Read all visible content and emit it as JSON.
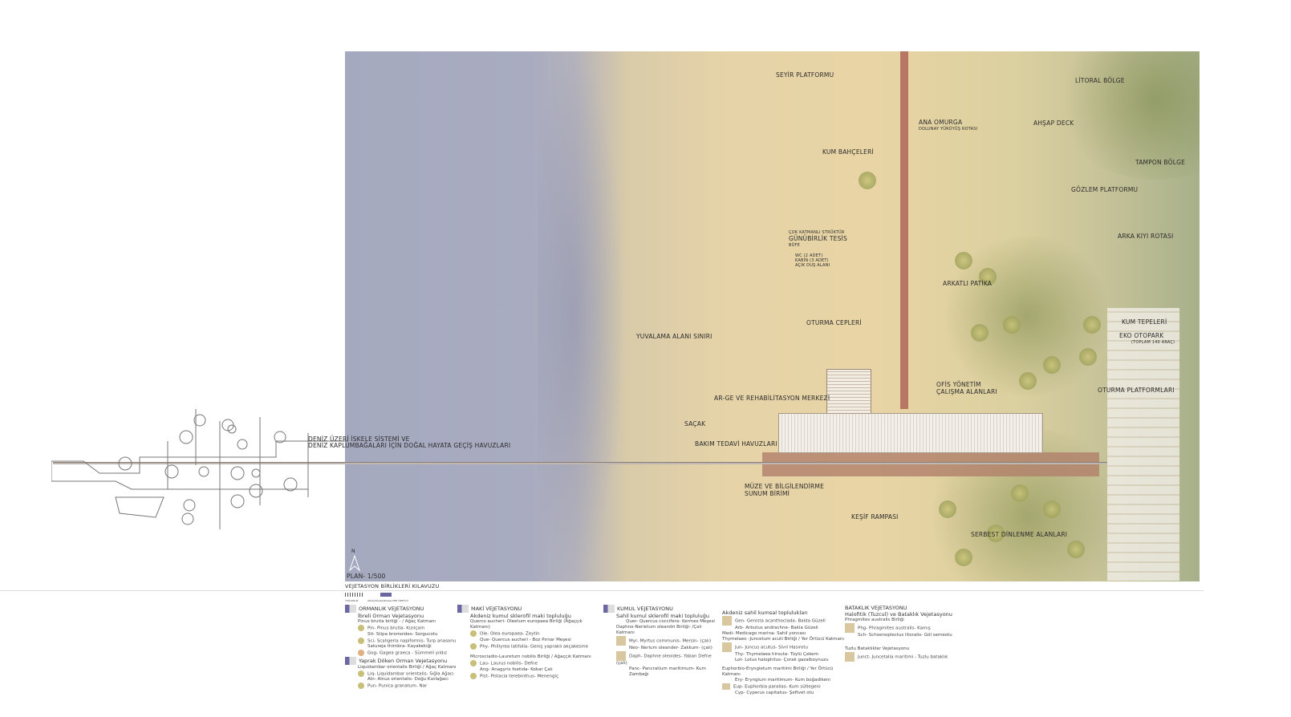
{
  "plan": {
    "north": "N",
    "scale": "PLAN- 1/500",
    "legend_title": "VEJETASYON BİRLİKLERİ KILAVUZU"
  },
  "sea_label": [
    "DENİZ ÜZERİ İSKELE SİSTEMİ VE",
    "DENİZ KAPLUMBAĞALARI İÇİN DOĞAL HAYATA GEÇİŞ HAVUZLARI"
  ],
  "labels": {
    "seyir": "SEYİR PLATFORMU",
    "omurga": "ANA OMURGA",
    "omurga_sub": "DOLUNAY YÜRÜYÜŞ ROTASI",
    "litoral": "LİTORAL BÖLGE",
    "deck": "AHŞAP DECK",
    "kum_bahce": "KUM BAHÇELERİ",
    "tampon": "TAMPON BÖLGE",
    "gozlem": "GÖZLEM PLATFORMU",
    "cok_katman": "ÇOK KATMANLI STRÜKTÜR",
    "gunubirlik": "GÜNÜBİRLİK TESİS",
    "bufe": "BÜFE",
    "wc": "WC (2 ADET)",
    "kabin": "KABİN (3 ADET)",
    "dus": "AÇIK DUŞ ALANI",
    "arka_kiyi": "ARKA KIYI ROTASI",
    "arkatli": "ARKATLI PATİKA",
    "kum_tepe": "KUM TEPELERİ",
    "oturma_cep": "OTURMA CEPLERİ",
    "yuvalama": "YUVALAMA ALANI SINIRI",
    "otopark": "EKO OTOPARK",
    "otopark_sub": "(TOPLAM 140 ARAÇ)",
    "ofis": "OFİS YÖNETİM",
    "ofis2": "ÇALIŞMA ALANLARI",
    "oturma_plat": "OTURMA PLATFORMLARI",
    "arge": "AR-GE VE REHABİLİTASYON MERKEZİ",
    "sacak": "SAÇAK",
    "bakim": "BAKIM TEDAVİ HAVUZLARI",
    "muze": "MÜZE VE BİLGİLENDİRME",
    "muze2": "SUNUM BİRİMİ",
    "kesif": "KEŞİF RAMPASI",
    "serbest": "SERBEST DİNLENME ALANLARI"
  },
  "legend": {
    "keys": [
      "YOĞUNLUK",
      "AĞAÇ/AĞAÇÇIK/ÇALI/YER ÖRTÜCÜ"
    ],
    "ormanlik": {
      "title": "ORMANLIK VEJETASYONU",
      "sub": "İbreli Orman Vejetasyonu",
      "group": "Pinus brutia birliği - / Ağaç Katmanı",
      "items": [
        "Pin- Pinus brutia- Kızılçam",
        "Sti- Stipa bromoides- Sorgucotu",
        "Sci- Scaligeria napiformis- Turp anasonu",
        "Satureja thimbra- Kayakekiği",
        "Gog- Gagea graeca - Sümmeli yıldız"
      ],
      "sub2": "Yaprak Döken Orman Vejetasyonu",
      "group2": "Liquidambar orientalis Birliği / Ağaç Katmanı",
      "items2": [
        "Liq- Liquidambar orientalis- Sığla Ağacı",
        "Aln- Alnus orientalis- Doğu Kızılağacı",
        "Pun- Punica granatum- Nar"
      ]
    },
    "maki": {
      "title": "MAKİ VEJETASYONU",
      "sub": "Akdeniz kumul sklerofil maki topluluğu",
      "group": "Querco aucheri- Oleetum europaea Birliği (Ağaççık Katmanı)",
      "items": [
        "Ole- Olea europaea- Zeytin",
        "Que- Quercus aucheri - Boz Pırnar Meşesi",
        "Phy- Phillyrea latifolia- Geniş yapraklı akçakesme"
      ],
      "group2": "Microsciadio-Lauretum nobilis Birliği / Ağaççık Katmanı",
      "items2": [
        "Lau- Laurus nobilis- Defne",
        "Ang- Anagyris foetida- Kokar Çalı",
        "Pist- Pistacia terebinthus- Menengiç"
      ]
    },
    "kumul": {
      "title": "KUMUL VEJETASYONU",
      "sub": "Sahil kumul sklerofil maki topluluğu",
      "top": "Quer- Quercus coccifera- Kermes Meşesi",
      "group": "Daphno-Nerietum oleandri Birliği- /Çalı Katmanı",
      "items": [
        "Myr- Myrtus communis- Mersin- (çalı)",
        "Neo- Nerium oleander- Zakkum- (çalı)",
        "Daph- Daphne oleoides- Yaban Defne (çalı)",
        "Panc- Pancratium maritimum- Kum Zambağı"
      ]
    },
    "sahil": {
      "title": "Akdeniz sahil kumsal toplulukları",
      "items": [
        "Gen- Genista acanthoclada- Balda Güzeli",
        "Arb- Arbutus andrachne- Bakla Güzeli"
      ],
      "med": "Medi- Medicago marina- Sahil yoncası",
      "group": "Thymelaeo -Juncetum acuti Birliği / Yer Örtücü Katmanı",
      "items2": [
        "Jun- Juncus acutus- Sivri Hasırotu",
        "Thy- Thymelaea hirsuta- Tüylü Çekem",
        "Lot- Lotus halophilus- Çorak gazalboynuzu"
      ],
      "group2": "Euphorbio-Eryngietum maritimi Birliği / Yer Örtücü Katmanı",
      "items3": [
        "Ery- Eryngium maritimum- Kum boğadikeni",
        "Eup- Euphorbia paralias- Kum sütlegeni",
        "Cyp- Cyperus capitatus- Şeftvet otu"
      ]
    },
    "batak": {
      "title": "BATAKLIK VEJETASYONU",
      "sub": "Halofitik (Tuzcul) ve Bataklık Vejetasyonu",
      "group": "Phragmites australis Birliği",
      "items": [
        "Phg- Phragmites australis- Kamış",
        "Sch- Schoenoplectus litoralis- Göl semeotu"
      ],
      "group2": "Tuzlu Bataklıklar Vejetasyonu",
      "items2": [
        "Junct- Juncetalia maritimi - Tuzlu bataklık"
      ]
    }
  }
}
